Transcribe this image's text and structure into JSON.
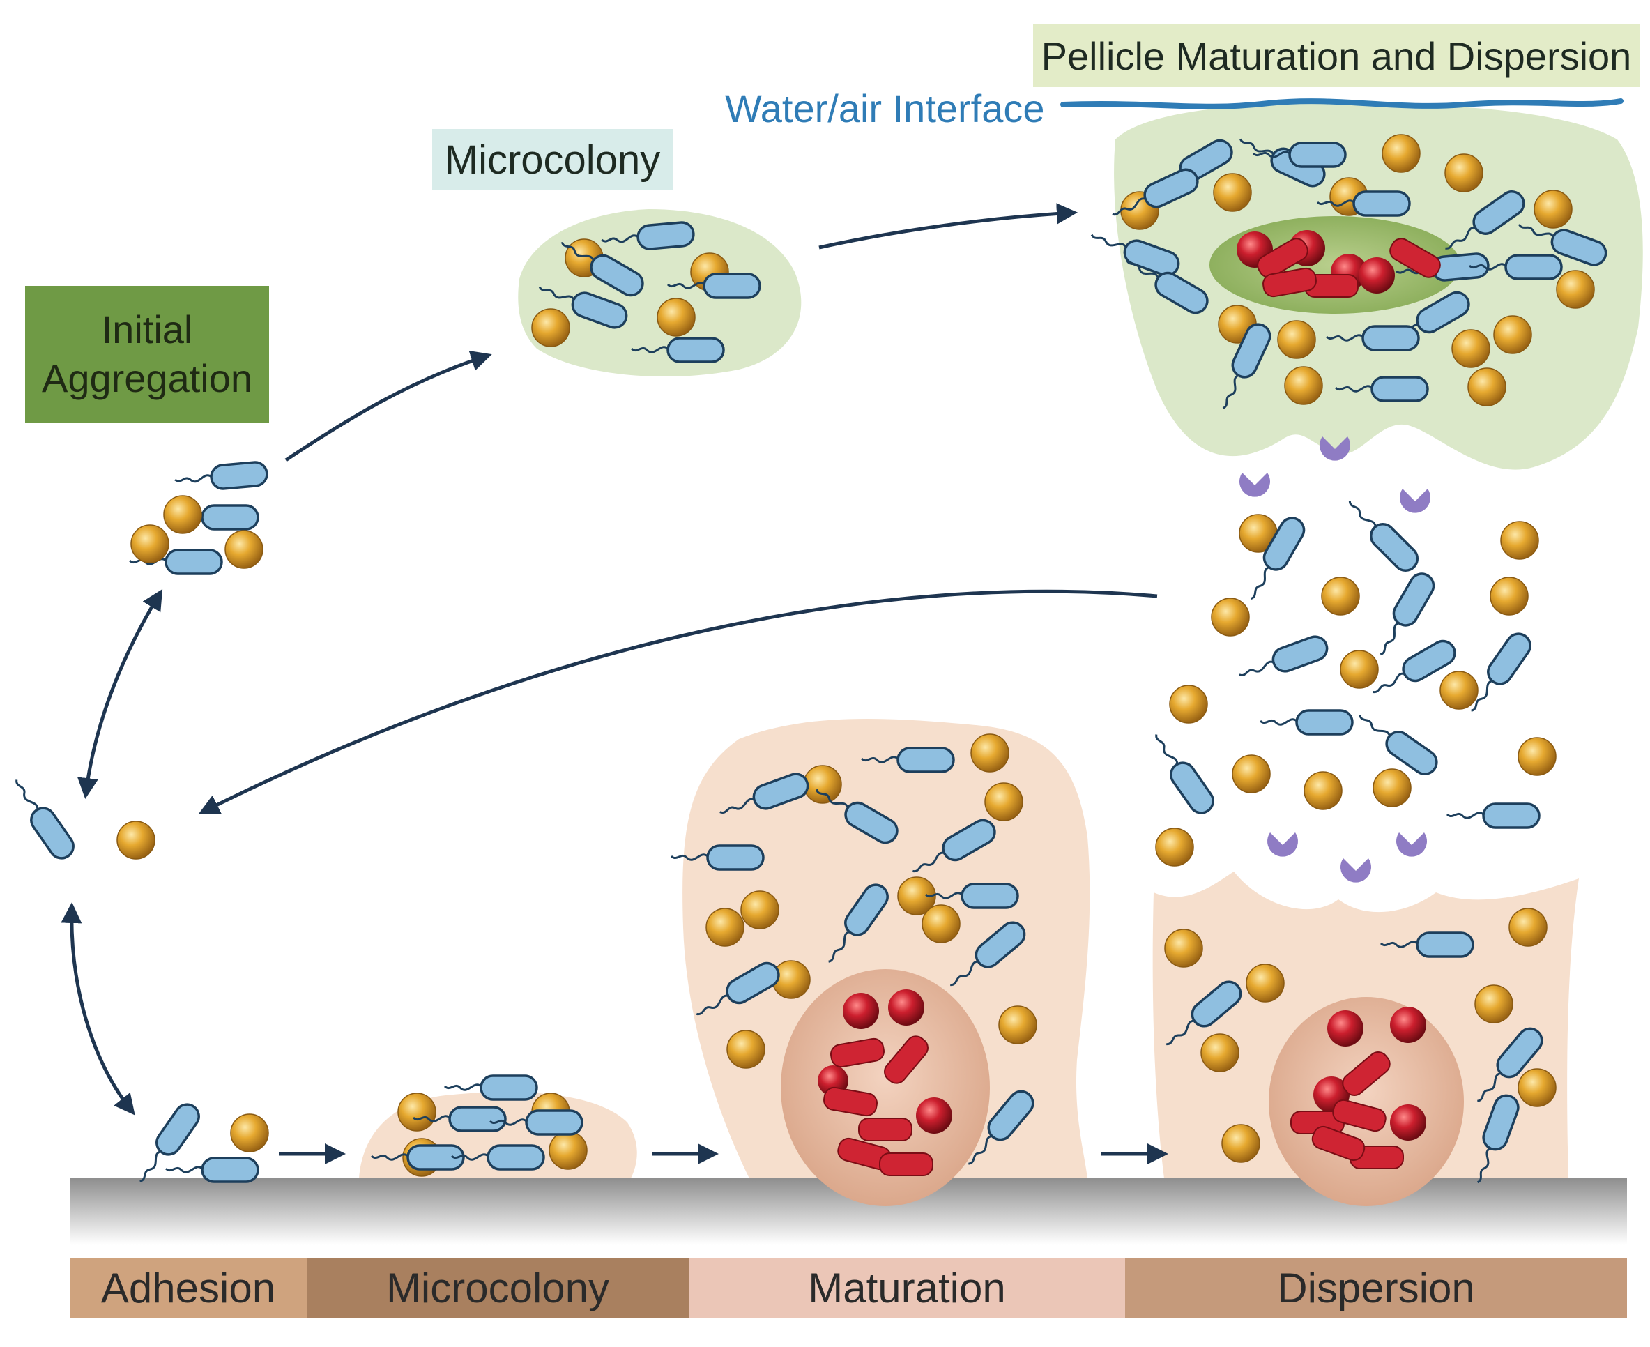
{
  "labels": {
    "initial_aggregation_line1": "Initial",
    "initial_aggregation_line2": "Aggregation",
    "microcolony_top": "Microcolony",
    "pellicle": "Pellicle Maturation and Dispersion",
    "water_air": "Water/air Interface"
  },
  "stages": {
    "adhesion": "Adhesion",
    "microcolony": "Microcolony",
    "maturation": "Maturation",
    "dispersion": "Dispersion"
  },
  "colors": {
    "rod": "#8fbfe0",
    "rod_outline": "#1d3f5c",
    "coccus": "#e3a62d",
    "red_cell": "#cc2230",
    "biofilm_green": "#dbe8c9",
    "biofilm_beige": "#f6dfcd",
    "arrow": "#1e3550",
    "enzyme_purple": "#8f7cc4",
    "water_line": "#2f7cb6"
  }
}
